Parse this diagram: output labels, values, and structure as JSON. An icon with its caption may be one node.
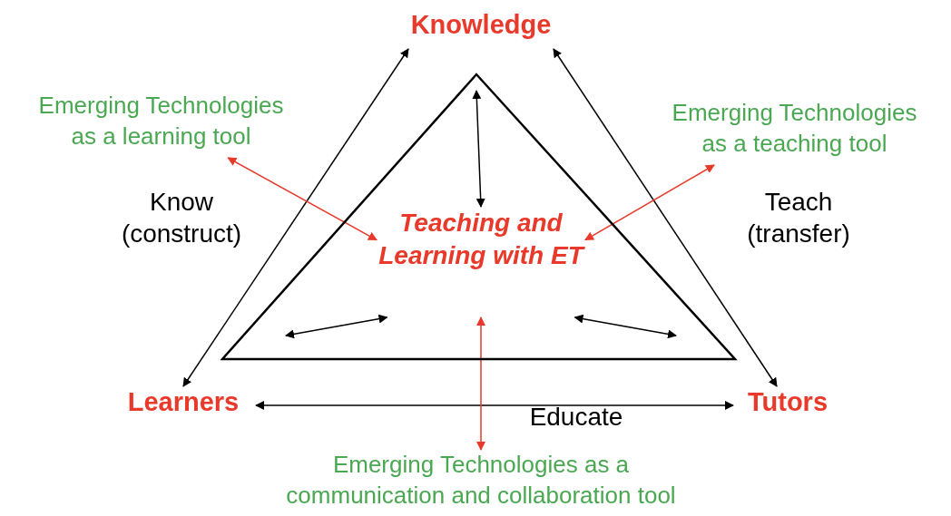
{
  "diagram": {
    "nodes": [
      {
        "text": [
          "Knowledge"
        ]
      },
      {
        "text": [
          "Emerging Technologies as a learning tool"
        ]
      },
      {
        "text": [
          "Emerging Technologies as a teaching tool"
        ]
      },
      {
        "text": [],
        "shape": "triangle"
      },
      {
        "text": [
          "Teaching and Learning with ET"
        ],
        "in": 3
      },
      {
        "text": [
          "Learners"
        ]
      },
      {
        "text": [
          "Tutors"
        ]
      },
      {
        "text": [
          "Emerging Technologies as a communication and collaboration tool"
        ]
      }
    ],
    "edges": [
      {
        "from": 5,
        "to": 0,
        "arrow": "both",
        "label": "Know (construct)"
      },
      {
        "from": 6,
        "to": 0,
        "arrow": "both",
        "label": "Teach (transfer)"
      },
      {
        "from": 5,
        "to": 6,
        "arrow": "both",
        "label": "Educate"
      },
      {
        "from": null,
        "to": 4,
        "arrow": "both"
      },
      {
        "from": null,
        "to": 4,
        "arrow": "both"
      },
      {
        "from": null,
        "to": 4,
        "arrow": "both"
      },
      {
        "from": 1,
        "to": 4,
        "arrow": "both",
        "color": "#e8392a"
      },
      {
        "from": 2,
        "to": 4,
        "arrow": "both",
        "color": "#e8392a"
      },
      {
        "from": 4,
        "to": 7,
        "arrow": "both",
        "color": "#e8392a"
      }
    ]
  }
}
